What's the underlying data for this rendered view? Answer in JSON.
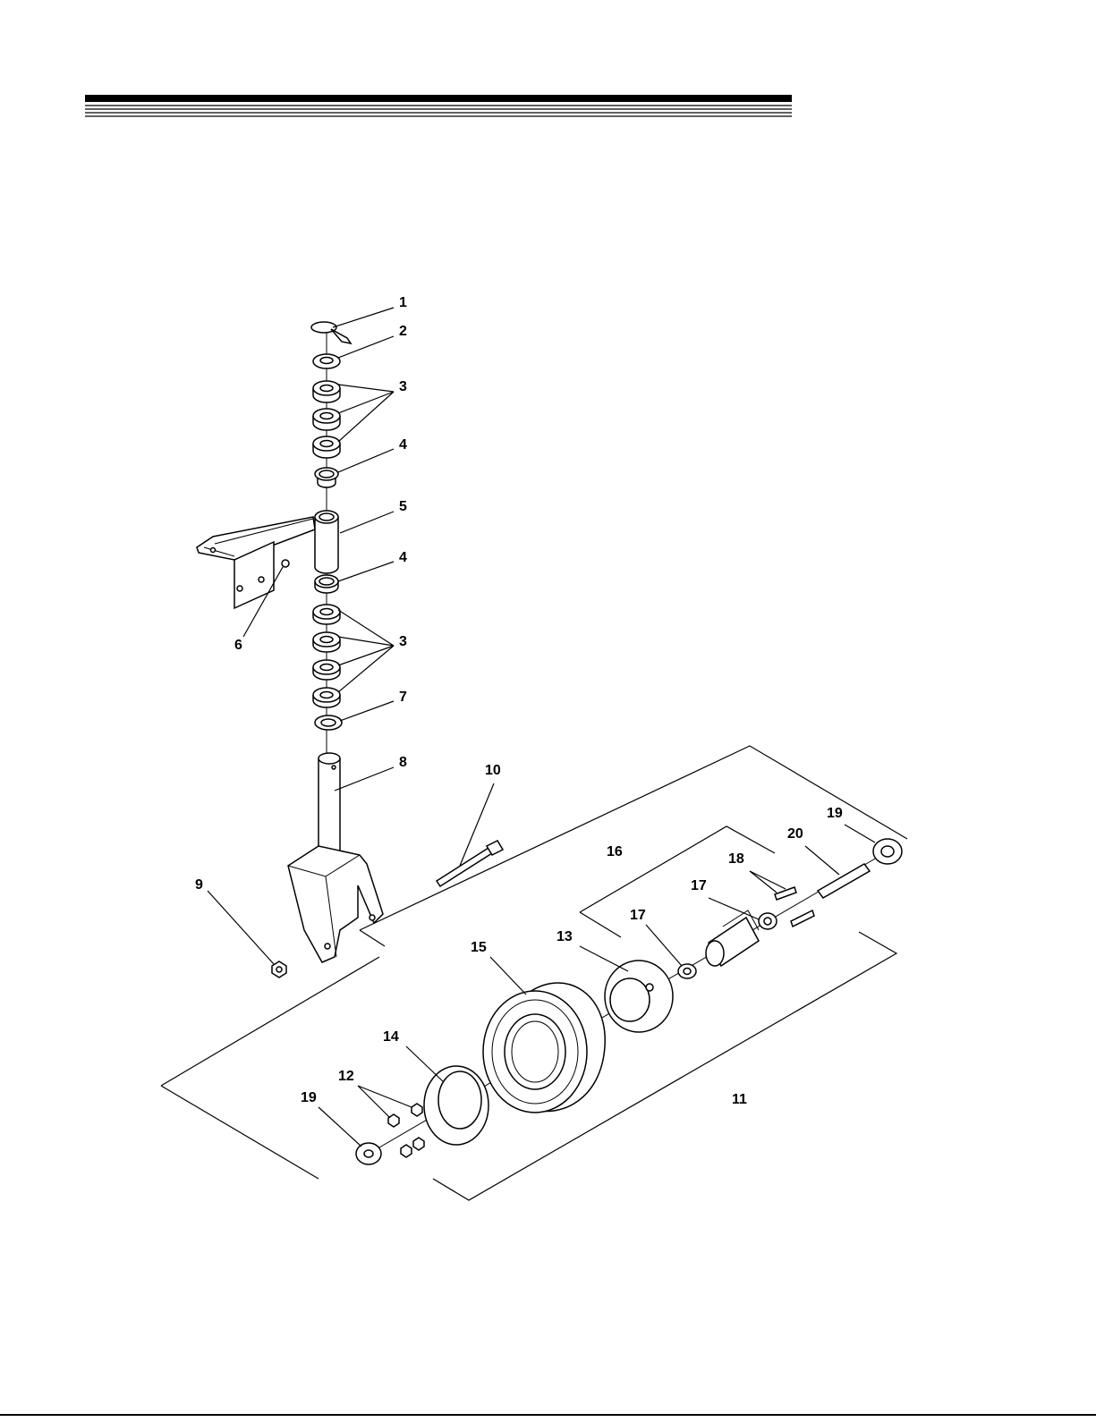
{
  "diagram": {
    "callouts": [
      "1",
      "2",
      "3",
      "4",
      "5",
      "4",
      "6",
      "3",
      "7",
      "8",
      "10",
      "9",
      "19",
      "20",
      "16",
      "18",
      "17",
      "17",
      "13",
      "15",
      "14",
      "12",
      "19",
      "11"
    ]
  }
}
